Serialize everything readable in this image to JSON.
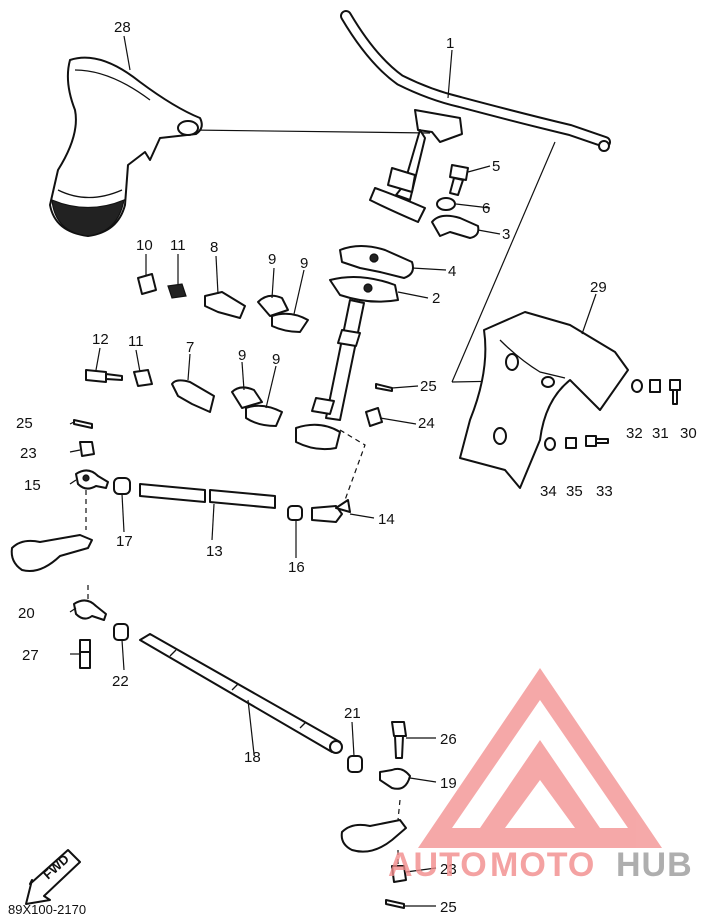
{
  "parts": [
    {
      "id": "label-1",
      "num": "1"
    },
    {
      "id": "label-2",
      "num": "2"
    },
    {
      "id": "label-3",
      "num": "3"
    },
    {
      "id": "label-4",
      "num": "4"
    },
    {
      "id": "label-5",
      "num": "5"
    },
    {
      "id": "label-6",
      "num": "6"
    },
    {
      "id": "label-7",
      "num": "7"
    },
    {
      "id": "label-8",
      "num": "8"
    },
    {
      "id": "label-9a",
      "num": "9"
    },
    {
      "id": "label-9b",
      "num": "9"
    },
    {
      "id": "label-9c",
      "num": "9"
    },
    {
      "id": "label-9d",
      "num": "9"
    },
    {
      "id": "label-10",
      "num": "10"
    },
    {
      "id": "label-11a",
      "num": "11"
    },
    {
      "id": "label-11b",
      "num": "11"
    },
    {
      "id": "label-12",
      "num": "12"
    },
    {
      "id": "label-13",
      "num": "13"
    },
    {
      "id": "label-14",
      "num": "14"
    },
    {
      "id": "label-15",
      "num": "15"
    },
    {
      "id": "label-16",
      "num": "16"
    },
    {
      "id": "label-17",
      "num": "17"
    },
    {
      "id": "label-18",
      "num": "18"
    },
    {
      "id": "label-19",
      "num": "19"
    },
    {
      "id": "label-20",
      "num": "20"
    },
    {
      "id": "label-21",
      "num": "21"
    },
    {
      "id": "label-22",
      "num": "22"
    },
    {
      "id": "label-23a",
      "num": "23"
    },
    {
      "id": "label-23b",
      "num": "23"
    },
    {
      "id": "label-24",
      "num": "24"
    },
    {
      "id": "label-25a",
      "num": "25"
    },
    {
      "id": "label-25b",
      "num": "25"
    },
    {
      "id": "label-25c",
      "num": "25"
    },
    {
      "id": "label-26",
      "num": "26"
    },
    {
      "id": "label-27",
      "num": "27"
    },
    {
      "id": "label-28",
      "num": "28"
    },
    {
      "id": "label-29",
      "num": "29"
    },
    {
      "id": "label-30",
      "num": "30"
    },
    {
      "id": "label-31",
      "num": "31"
    },
    {
      "id": "label-32",
      "num": "32"
    },
    {
      "id": "label-33",
      "num": "33"
    },
    {
      "id": "label-34",
      "num": "34"
    },
    {
      "id": "label-35",
      "num": "35"
    }
  ],
  "diagram_code": "89X100-2170",
  "fwd_label": "FWD",
  "watermark": {
    "auto": "AUTO",
    "moto": "MOTO",
    "hub": "HUB"
  },
  "colors": {
    "watermark_red": "#f28c8c",
    "watermark_gray": "#9a9a9a",
    "ink": "#111111"
  }
}
